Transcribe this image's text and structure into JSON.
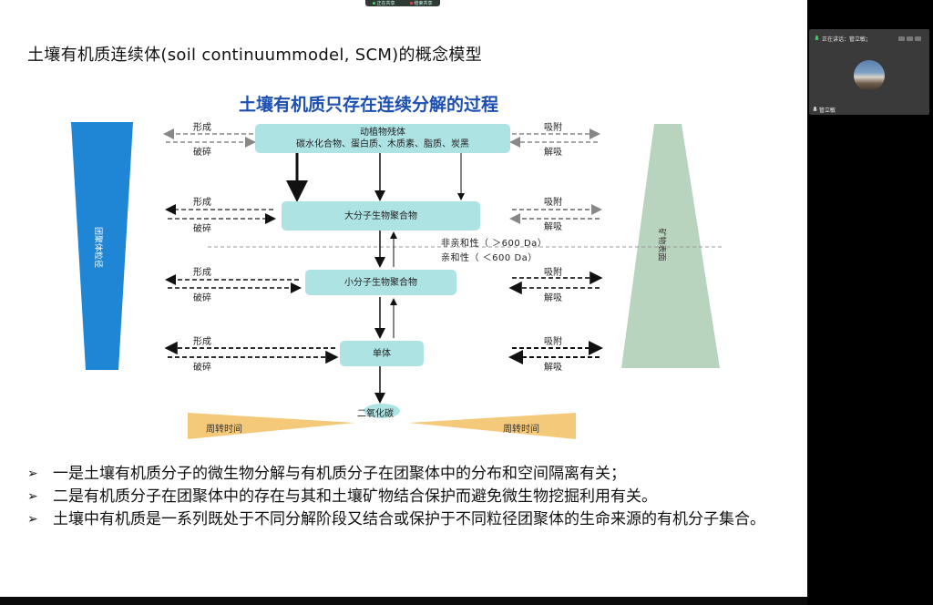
{
  "slide": {
    "title": "土壤有机质连续体(soil continuummodel, SCM)的概念模型",
    "diagram": {
      "title": "土壤有机质只存在连续分解的过程",
      "left_bar_label": "团聚体粒径",
      "right_bar_label": "矿物表面",
      "boxes": {
        "residue_title": "动植物残体",
        "residue_items": "碳水化合物、蛋白质、木质素、脂质、炭黑",
        "large": "大分子生物聚合物",
        "small": "小分子生物聚合物",
        "monomer": "单体",
        "co2": "二氧化碳"
      },
      "left_labels": {
        "form": "形成",
        "break": "破碎"
      },
      "right_labels": {
        "adsorb": "吸附",
        "desorb": "解吸"
      },
      "mw_labels": {
        "hydrophobic": "非亲和性（ ＞600 Da）",
        "hydrophilic": "亲和性（ ＜600 Da）"
      },
      "turnover_label": "周转时间"
    },
    "bullets": [
      {
        "marker": "➢",
        "text": "一是土壤有机质分子的微生物分解与有机质分子在团聚体中的分布和空间隔离有关；"
      },
      {
        "marker": "➢",
        "text": "二是有机质分子在团聚体中的存在与其和土壤矿物结合保护而避免微生物挖掘利用有关。"
      },
      {
        "marker": "➢",
        "text": "土壤中有机质是一系列既处于不同分解阶段又结合或保护于不同粒径团聚体的生命来源的有机分子集合。"
      }
    ]
  },
  "toolbar": {
    "item1": "正在共享",
    "item2": "结束共享"
  },
  "video": {
    "speaking_status": "正在讲话：管立敏；",
    "participant_name": "管立敏"
  },
  "colors": {
    "title_blue": "#1c4fb0",
    "left_bar": "#1f86d6",
    "right_bar": "#b9d4be",
    "box_fill": "#aee3e4",
    "turnover": "#f5c97a"
  }
}
